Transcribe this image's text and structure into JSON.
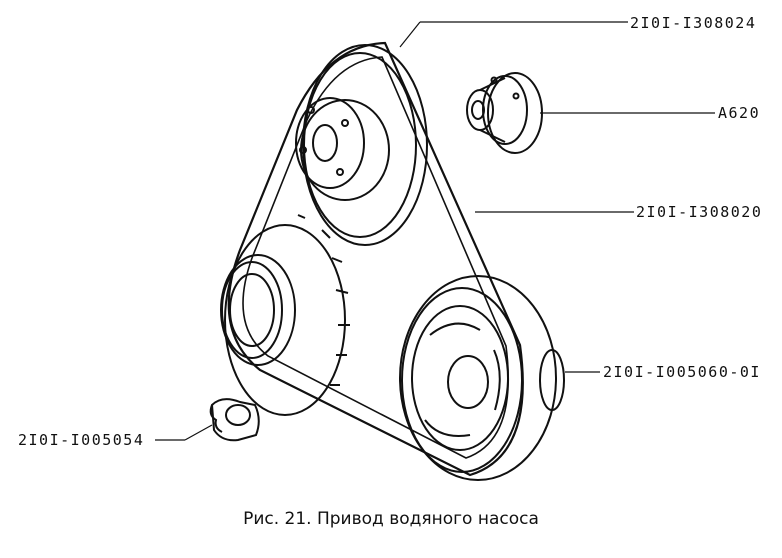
{
  "figure": {
    "caption": "Рис. 21. Привод водяного насоса"
  },
  "callouts": {
    "crankshaft_nut": "2I0I-I005054",
    "pump_pulley": "2I0I-I308024",
    "hub": "A620",
    "belt": "2I0I-I308020",
    "crank_pulley": "2I0I-I005060-0I"
  },
  "colors": {
    "ink": "#111111",
    "paper": "#ffffff"
  }
}
